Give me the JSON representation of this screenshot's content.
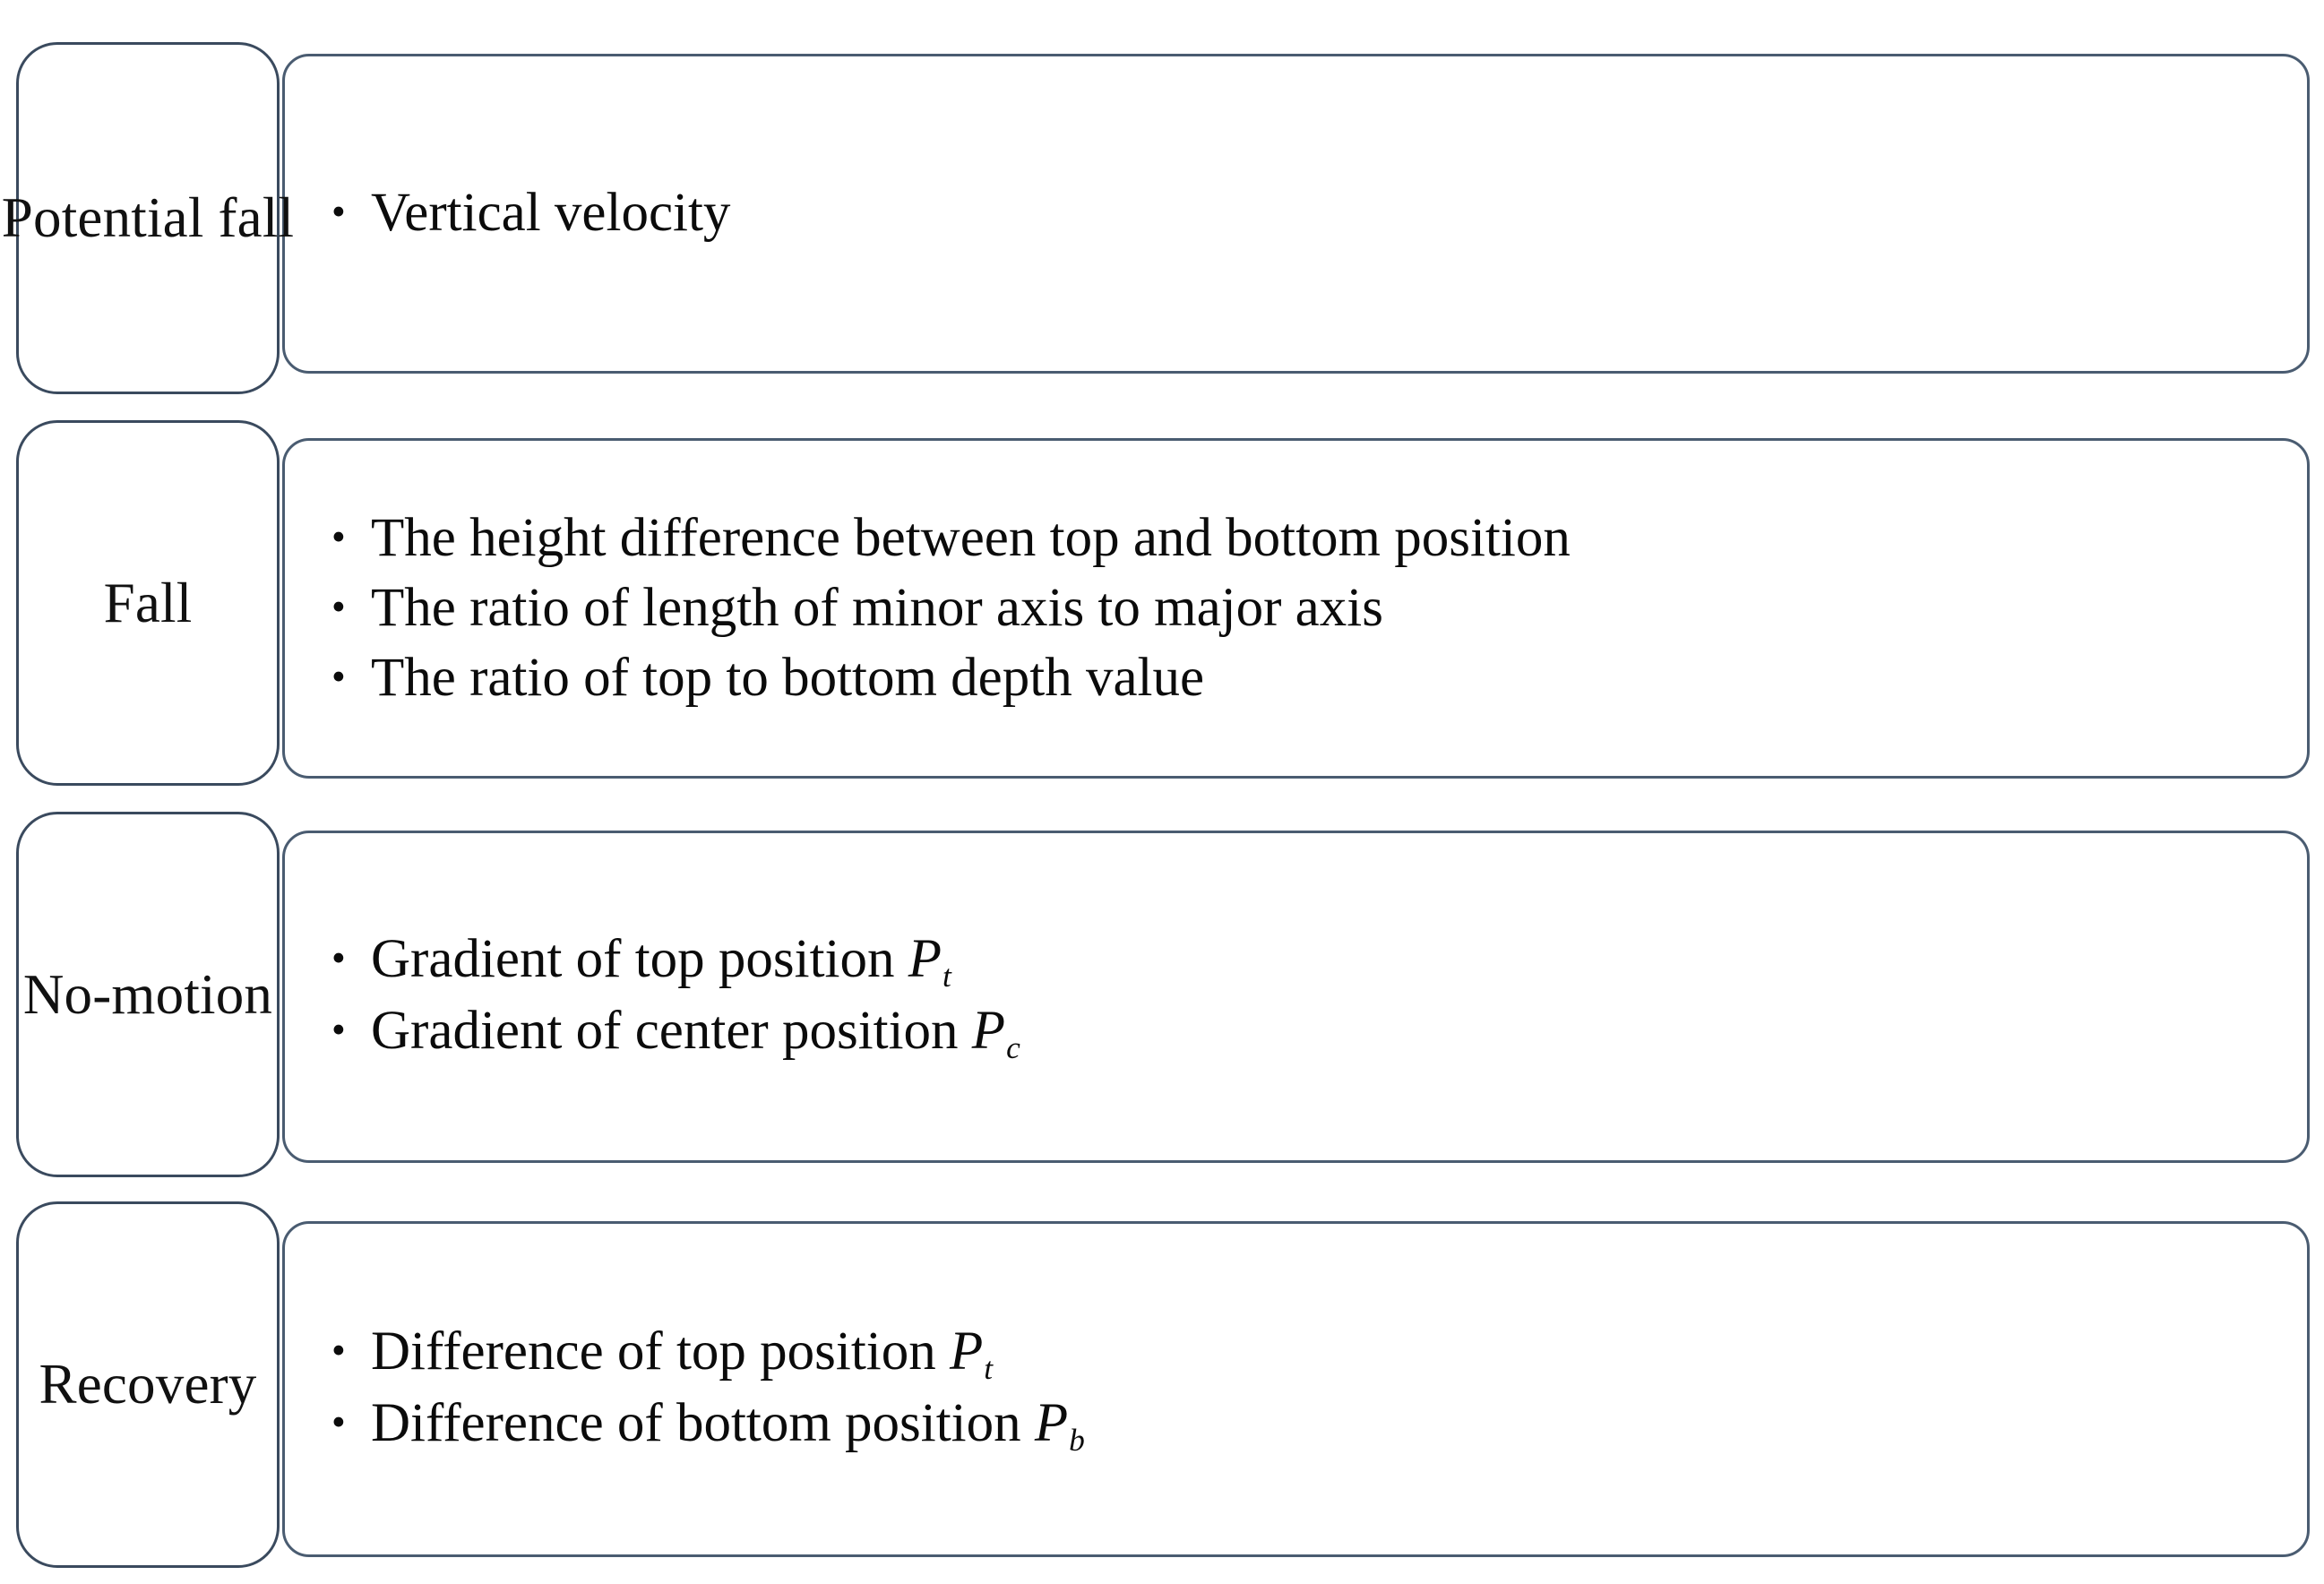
{
  "diagram": {
    "title": "Fall detection stage feature list",
    "style": {
      "label_border_color": "#3a4a5e",
      "content_border_color": "#4a5c71",
      "background_color": "#ffffff",
      "text_color": "#000000",
      "bullet_glyph": "•"
    },
    "rows": [
      {
        "label": "Potential fall",
        "features": [
          {
            "text": "Vertical velocity",
            "symbol": "",
            "subscript": ""
          }
        ]
      },
      {
        "label": "Fall",
        "features": [
          {
            "text": "The height difference between top and bottom position",
            "symbol": "",
            "subscript": ""
          },
          {
            "text": "The ratio of length of minor axis to major axis",
            "symbol": "",
            "subscript": ""
          },
          {
            "text": "The ratio of top to bottom depth value",
            "symbol": "",
            "subscript": ""
          }
        ]
      },
      {
        "label": "No-motion",
        "features": [
          {
            "text": "Gradient of top position",
            "symbol": "P",
            "subscript": "t"
          },
          {
            "text": "Gradient of center position",
            "symbol": "P",
            "subscript": "c"
          }
        ]
      },
      {
        "label": "Recovery",
        "features": [
          {
            "text": "Difference of top position",
            "symbol": "P",
            "subscript": "t"
          },
          {
            "text": "Difference of bottom position",
            "symbol": "P",
            "subscript": "b"
          }
        ]
      }
    ]
  }
}
